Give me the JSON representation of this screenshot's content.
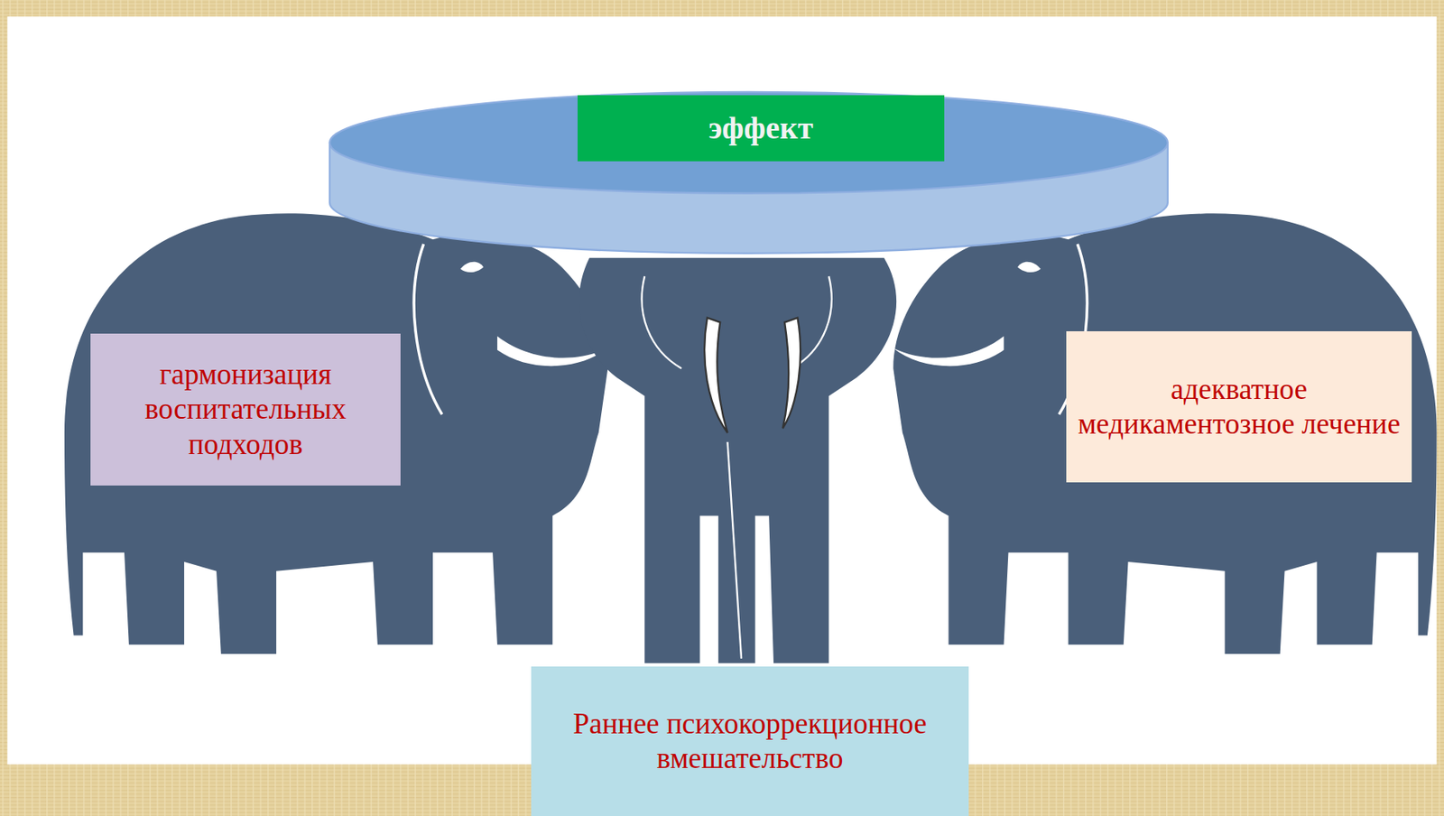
{
  "diagram": {
    "nodes": [
      {
        "text": [
          "эффект"
        ]
      },
      {
        "text": [
          "гармонизация воспитательных подходов"
        ]
      },
      {
        "text": [
          "адекватное медикаментозное лечение"
        ]
      },
      {
        "text": [
          "Раннее психокоррекционное вмешательство"
        ]
      }
    ]
  }
}
